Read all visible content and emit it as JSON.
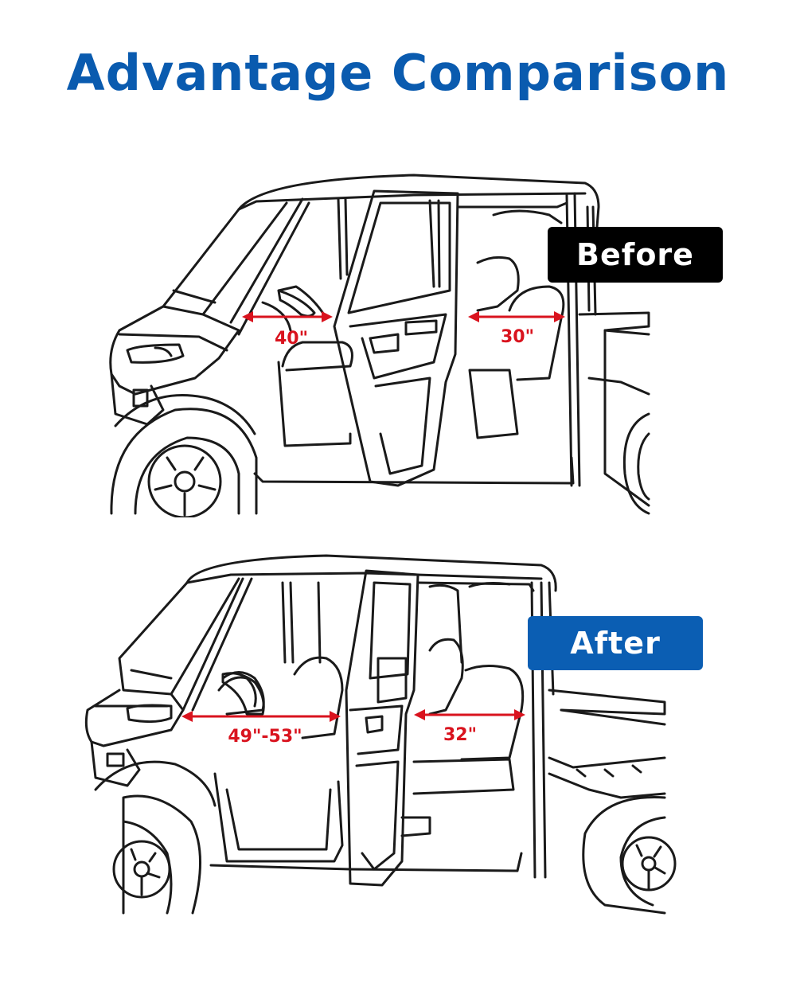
{
  "title": "Advantage Comparison",
  "colors": {
    "title": "#0A5BAF",
    "measure": "#D9131E",
    "before_badge": "#000000",
    "after_badge": "#0B5EB3",
    "line_art": "#1a1a1a"
  },
  "before": {
    "badge": "Before",
    "front_door_opening": "40\"",
    "rear_door_opening": "30\""
  },
  "after": {
    "badge": "After",
    "front_door_opening": "49\"-53\"",
    "rear_door_opening": "32\""
  }
}
